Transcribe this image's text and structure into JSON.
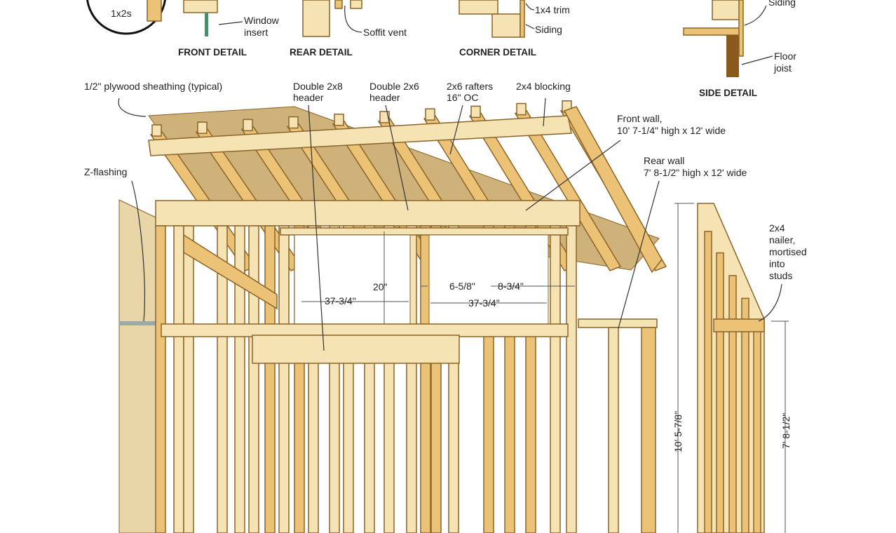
{
  "details": {
    "circle_label": "1x2s",
    "front": {
      "title": "FRONT DETAIL",
      "window_insert": [
        "Window",
        "insert"
      ]
    },
    "rear": {
      "title": "REAR DETAIL",
      "soffit_vent": "Soffit vent"
    },
    "corner": {
      "title": "CORNER DETAIL",
      "trim": "1x4 trim",
      "siding": "Siding"
    },
    "side": {
      "title": "SIDE DETAIL",
      "siding": "Siding",
      "floor_joist": [
        "Floor",
        "joist"
      ]
    }
  },
  "callouts": {
    "plywood": "1/2\" plywood sheathing (typical)",
    "double_2x8": [
      "Double 2x8",
      "header"
    ],
    "double_2x6": [
      "Double 2x6",
      "header"
    ],
    "rafters": [
      "2x6 rafters",
      "16\" OC"
    ],
    "blocking": "2x4 blocking",
    "front_wall": [
      "Front wall,",
      "10' 7-1/4\" high x 12' wide"
    ],
    "rear_wall": [
      "Rear wall",
      "7' 8-1/2\" high x 12' wide"
    ],
    "z_flashing": "Z-flashing",
    "nailer": [
      "2x4",
      "nailer,",
      "mortised",
      "into",
      "studs"
    ]
  },
  "dimensions": {
    "window_height": "20\"",
    "gap_a": "6-5/8\"",
    "gap_b": "8-3/4\"",
    "window_width_left": "37-3/4\"",
    "window_width_right": "37-3/4\"",
    "front_height": "10' 5-7/8\"",
    "rear_height": "7' 8-1/2\""
  }
}
